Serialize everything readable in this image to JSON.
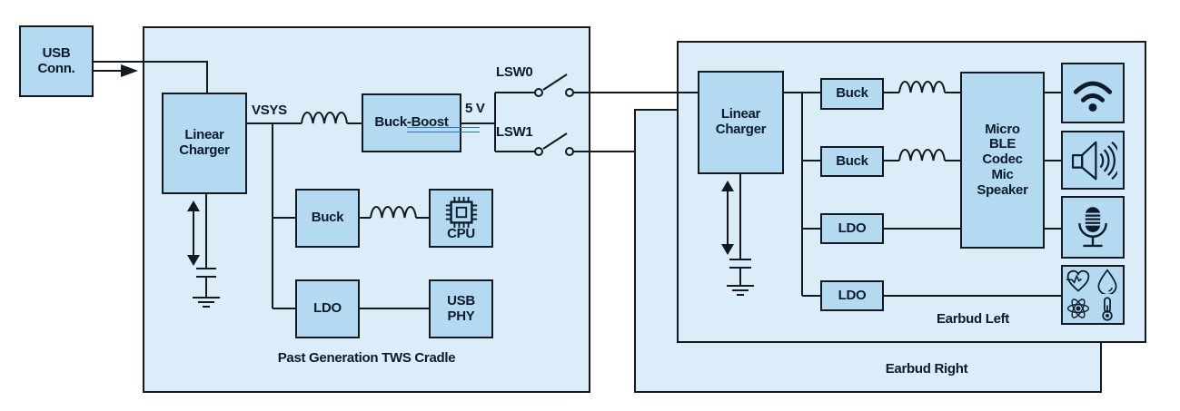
{
  "colors": {
    "container_fill": "#daedf9",
    "block_fill": "#b3daf1",
    "border": "#14191f",
    "text": "#0d1b2a",
    "wire": "#14191f",
    "grammar_underline": "#2e74b5",
    "page_background": "#ffffff"
  },
  "cradle": {
    "title": "Past Generation TWS Cradle",
    "usb_conn": "USB\nConn.",
    "linear_charger": "Linear\nCharger",
    "vsys": "VSYS",
    "buck_boost": "Buck-Boost",
    "five_v": "5 V",
    "lsw0": "LSW0",
    "lsw1": "LSW1",
    "buck": "Buck",
    "cpu": "CPU",
    "ldo": "LDO",
    "usb_phy": "USB\nPHY"
  },
  "earbud_left": {
    "title": "Earbud Left",
    "linear_charger": "Linear\nCharger",
    "buck1": "Buck",
    "buck2": "Buck",
    "ldo1": "LDO",
    "ldo2": "LDO",
    "soc": "Micro\nBLE\nCodec\nMic\nSpeaker"
  },
  "earbud_right": {
    "title": "Earbud Right"
  },
  "icons": {
    "usb_power_flow": "arrow-right-icon",
    "cpu_chip": "chip-icon",
    "wireless": "wifi-icon",
    "audio_out": "speaker-icon",
    "microphone": "mic-icon",
    "sensors": [
      "heart-pulse-icon",
      "droplet-icon",
      "atom-icon",
      "thermometer-icon"
    ],
    "battery_symbols": "capacitor-ground-icon",
    "switches": [
      "lsw0-switch-icon",
      "lsw1-switch-icon"
    ]
  }
}
